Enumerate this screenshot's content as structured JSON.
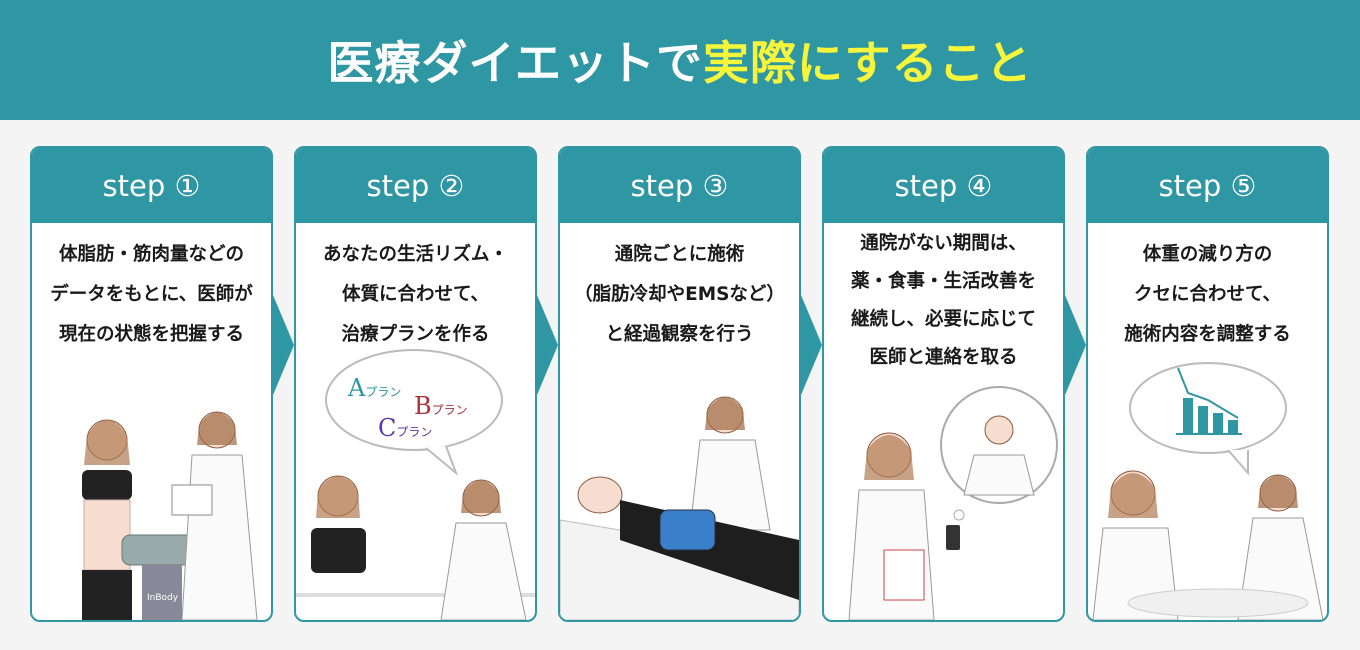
{
  "title": {
    "main": "医療ダイエットで",
    "highlight": "実際にすること"
  },
  "steps": [
    {
      "label": "step ①",
      "lines": [
        "体脂肪・筋肉量などの",
        "データをもとに、医師が",
        "現在の状態を把握する"
      ],
      "device": "InBody"
    },
    {
      "label": "step ②",
      "lines": [
        "あなたの生活リズム・",
        "体質に合わせて、",
        "治療プランを作る"
      ],
      "plans": [
        "A",
        "B",
        "C"
      ],
      "plan_suffix": "プラン"
    },
    {
      "label": "step ③",
      "lines": [
        "通院ごとに施術",
        "（脂肪冷却やEMSなど）",
        "と経過観察を行う"
      ]
    },
    {
      "label": "step ④",
      "lines": [
        "通院がない期間は、",
        "薬・食事・生活改善を",
        "継続し、必要に応じて",
        "医師と連絡を取る"
      ]
    },
    {
      "label": "step ⑤",
      "lines": [
        "体重の減り方の",
        "クセに合わせて、",
        "施術内容を調整する"
      ]
    }
  ],
  "colors": {
    "teal": "#2f96a3",
    "yellow": "#f6f53c",
    "planA": "#2f96a3",
    "planB": "#a8323a",
    "planC": "#5b3aa8"
  }
}
